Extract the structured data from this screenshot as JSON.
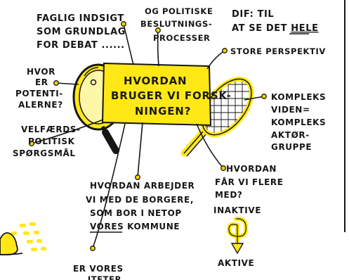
{
  "center": {
    "line1": "HVORDAN",
    "line2": "BRUGER VI FORSK-",
    "line3": "NINGEN?"
  },
  "notes": {
    "faglig": {
      "line1": "FAGLIG INDSIGT",
      "line2": "SOM GRUNDLAG",
      "line3": "FOR DEBAT ......"
    },
    "politiske": {
      "line1": "OG POLITISKE",
      "line2": "BESLUTNINGS-",
      "line3": "PROCESSER"
    },
    "dif": {
      "line1": "DIF: TIL",
      "line2_pre": "AT SE DET ",
      "line2_emph": "HELE",
      "line3": "STORE PERSPEKTIV"
    },
    "hvor": {
      "line1": "HVOR",
      "line2": "ER",
      "line3": "POTENTI-",
      "line4": "ALERNE?"
    },
    "kompleks": {
      "line1": "KOMPLEKS",
      "line2": "VIDEN=",
      "line3": "KOMPLEKS",
      "line4": "AKTØR-",
      "line5": "GRUPPE"
    },
    "velfaerd": {
      "line1": "VELFÆRDS-",
      "line2": "POLITISK",
      "line3": "SPØRGSMÅL"
    },
    "arbejder": {
      "line1": "HVORDAN ARBEJDER",
      "line2": "VI MED DE BORGERE,",
      "line3": "SOM BOR I NETOP",
      "line4_emph": "VORES",
      "line4_post": " KOMMUNE"
    },
    "flere": {
      "line1": "HVORDAN",
      "line2": "FÅR VI FLERE",
      "line3": "MED?",
      "line4": "INAKTIVE",
      "line5": "AKTIVE"
    },
    "vores": {
      "line1": "ER VORES",
      "line2": "...ITETER..."
    }
  },
  "colors": {
    "yellow": "#FFE816",
    "ink": "#161616",
    "accent_dot": "#F2D300"
  },
  "icons": [
    "magnifier-icon",
    "racket-icon",
    "hat-icon",
    "arrow-icon"
  ]
}
